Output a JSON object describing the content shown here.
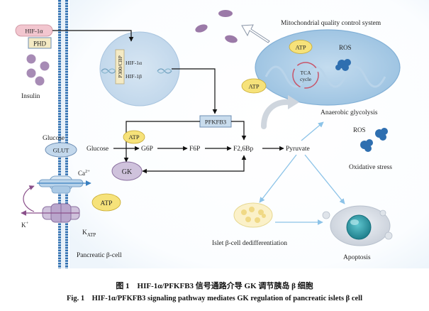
{
  "labels": {
    "hif_membrane": "HIF-1α",
    "phd": "PHD",
    "insulin": "Insulin",
    "glucose_outside": "Glucose",
    "glut": "GLUT",
    "ca": "Ca",
    "ca_sup": "2+",
    "k": "K",
    "k_sup": "+",
    "katp": "K",
    "katp_sub": "ATP",
    "cell": "Pancreatic β-cell",
    "p300": "P300/CBP",
    "hif1a": "HIF-1α",
    "hif1b": "HIF-1β",
    "mito_title": "Mitochondrial quality control system",
    "atp": "ATP",
    "ros": "ROS",
    "tca_line1": "TCA",
    "tca_line2": "cycle",
    "anaerobic": "Anaerobic glycolysis",
    "oxidative": "Oxidative stress",
    "pfkfb3": "PFKFB3",
    "glucose": "Glucose",
    "g6p": "G6P",
    "f6p": "F6P",
    "f26bp": "F2,6Bp",
    "pyruvate": "Pyruvate",
    "gk": "GK",
    "dediff": "Islet β-cell dedifferentiation",
    "apoptosis": "Apoptosis"
  },
  "caption": {
    "cn": "图 1　HIF-1α/PFKFB3 信号通路介导 GK 调节胰岛 β 细胞",
    "en": "Fig. 1　HIF-1α/PFKFB3 signaling pathway mediates GK regulation of pancreatic islets β cell"
  },
  "colors": {
    "membrane": "#2f6fb0",
    "nucleus": "#c9dced",
    "mitochondrion": "#a9cbe6",
    "atp": "#f6e27a",
    "insulin": "#a78bb5",
    "pink_box": "#f2c6cf",
    "light_arrow": "#8cc3e8",
    "arrow": "#111111"
  }
}
